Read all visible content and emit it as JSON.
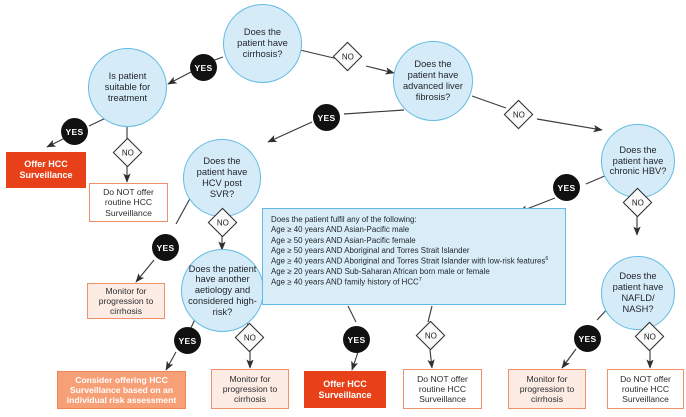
{
  "diagram": {
    "title": "HCC Surveillance Decision Flowchart",
    "colors": {
      "circle_fill": "#d6ebf8",
      "circle_stroke": "#63bbe3",
      "badge_yes_fill": "#111111",
      "badge_no_fill": "#fafafa",
      "strong_box": "#e8411a",
      "mid_box": "#f7a077",
      "light_box": "#fdece3",
      "panel_fill": "#d9edf9",
      "edge": "#3c3c3c"
    },
    "decisions": [
      {
        "id": "cirrhosis",
        "label": "Does the patient have cirrhosis?"
      },
      {
        "id": "suitable",
        "label": "Is patient suitable for treatment"
      },
      {
        "id": "fibrosis",
        "label": "Does the patient have advanced liver fibrosis?"
      },
      {
        "id": "hcv",
        "label": "Does the patient have HCV post SVR?"
      },
      {
        "id": "aetiology",
        "label": "Does the patient have another aetiology and considered high-risk?"
      },
      {
        "id": "hbv",
        "label": "Does the patient have chronic HBV?"
      },
      {
        "id": "nafld",
        "label": "Does the patient have NAFLD/ NASH?"
      }
    ],
    "badges": {
      "yes": "YES",
      "no": "NO"
    },
    "outcomes": [
      {
        "id": "offer-left",
        "label": "Offer HCC Surveillance"
      },
      {
        "id": "donot-suitable",
        "label": "Do NOT offer routine HCC Surveillance"
      },
      {
        "id": "monitor-hcv",
        "label": "Monitor for progression to cirrhosis"
      },
      {
        "id": "consider-offer",
        "label": "Consider offering HCC Surveillance based on an individual risk assessment"
      },
      {
        "id": "monitor-aetiology",
        "label": "Monitor for progression to cirrhosis"
      },
      {
        "id": "offer-criteria",
        "label": "Offer HCC Surveillance"
      },
      {
        "id": "donot-criteria",
        "label": "Do NOT offer routine HCC Surveillance"
      },
      {
        "id": "monitor-nafld",
        "label": "Monitor for progression to cirrhosis"
      },
      {
        "id": "donot-nafld",
        "label": "Do NOT offer routine HCC Surveillance"
      }
    ],
    "criteria_panel": {
      "heading": "Does the patient fulfil any of the following:",
      "items": [
        "Age ≥ 40 years AND Asian-Pacific male",
        "Age ≥ 50 years AND Asian-Pacific female",
        "Age ≥ 50 years AND Aboriginal and Torres Strait Islander",
        "Age ≥ 40 years AND Aboriginal and Torres Strait Islander with low-risk features",
        "Age ≥ 20 years AND Sub-Saharan African born male or female",
        "Age ≥ 40 years AND family history of HCC"
      ],
      "footnote_markers": {
        "low_risk_features": "6",
        "family_history": "7"
      }
    }
  }
}
